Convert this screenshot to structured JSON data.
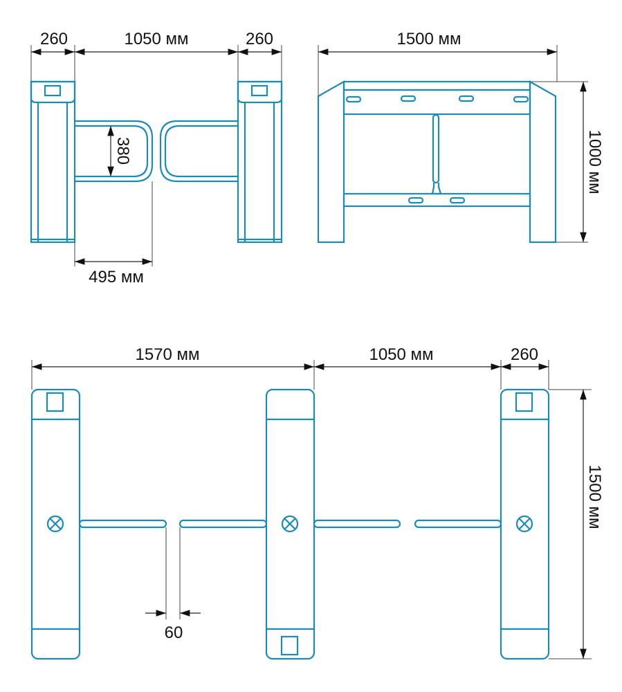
{
  "front_view": {
    "post_width_left": "260",
    "passage_width": "1050 мм",
    "post_width_right": "260",
    "wing_height": "380",
    "wing_length": "495 мм"
  },
  "side_view": {
    "width": "1500 мм",
    "height": "1000 мм"
  },
  "top_view": {
    "overall_length": "1570 мм",
    "passage_width": "1050 мм",
    "post_width": "260",
    "height": "1500 мм",
    "gap": "60"
  },
  "colors": {
    "outline": "#1a8ab8",
    "dimension": "#222222"
  }
}
